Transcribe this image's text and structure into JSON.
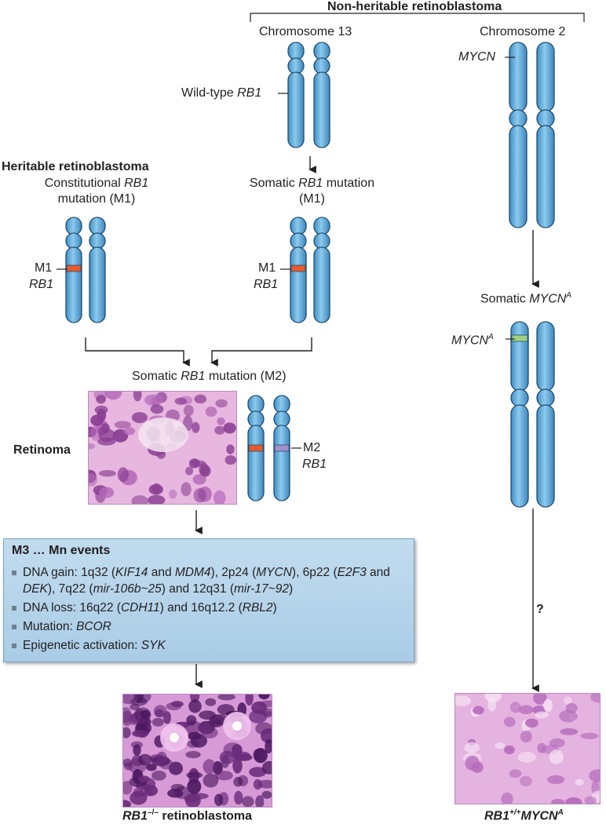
{
  "non_heritable_title": "Non-heritable retinoblastoma",
  "chromosome13_label": "Chromosome 13",
  "chromosome2_label": "Chromosome 2",
  "mycn_label": "MYCN",
  "wildtype_label_prefix": "Wild-type ",
  "wildtype_label_gene": "RB1",
  "heritable_title": "Heritable retinoblastoma",
  "constitutional_line1_prefix": "Constitutional ",
  "constitutional_line1_gene": "RB1",
  "constitutional_line2": "mutation (M1)",
  "somatic_m1_line1_prefix": "Somatic ",
  "somatic_m1_line1_gene": "RB1",
  "somatic_m1_line1_suffix": " mutation",
  "somatic_m1_line2": "(M1)",
  "m1_label": "M1",
  "rb1_label": "RB1",
  "somatic_mycn_prefix": "Somatic ",
  "somatic_mycn_gene": "MYCN",
  "somatic_mycn_sup": "A",
  "mycna_label_gene": "MYCN",
  "mycna_label_sup": "A",
  "somatic_m2_prefix": "Somatic ",
  "somatic_m2_gene": "RB1",
  "somatic_m2_suffix": " mutation (M2)",
  "retinoma_label": "Retinoma",
  "m2_label": "M2",
  "question_mark": "?",
  "events_box": {
    "title": "M3 … Mn events",
    "items": [
      {
        "parts": [
          {
            "t": "DNA gain: 1q32 (",
            "i": false
          },
          {
            "t": "KIF14",
            "i": true
          },
          {
            "t": " and ",
            "i": false
          },
          {
            "t": "MDM4",
            "i": true
          },
          {
            "t": "), 2p24 (",
            "i": false
          },
          {
            "t": "MYCN",
            "i": true
          },
          {
            "t": "), 6p22 (",
            "i": false
          },
          {
            "t": "E2F3",
            "i": true
          },
          {
            "t": " and ",
            "i": false
          },
          {
            "t": "DEK",
            "i": true
          },
          {
            "t": "), 7q22 (",
            "i": false
          },
          {
            "t": "mir-106b~25",
            "i": true
          },
          {
            "t": ") and 12q31 (",
            "i": false
          },
          {
            "t": "mir-17~92",
            "i": true
          },
          {
            "t": ")",
            "i": false
          }
        ]
      },
      {
        "parts": [
          {
            "t": "DNA loss: 16q22 (",
            "i": false
          },
          {
            "t": "CDH11",
            "i": true
          },
          {
            "t": ") and 16q12.2 (",
            "i": false
          },
          {
            "t": "RBL2",
            "i": true
          },
          {
            "t": ")",
            "i": false
          }
        ]
      },
      {
        "parts": [
          {
            "t": "Mutation: ",
            "i": false
          },
          {
            "t": "BCOR",
            "i": true
          }
        ]
      },
      {
        "parts": [
          {
            "t": "Epigenetic activation: ",
            "i": false
          },
          {
            "t": "SYK",
            "i": true
          }
        ]
      }
    ]
  },
  "rb1_null_gene": "RB1",
  "rb1_null_sup": "–/–",
  "rb1_null_suffix": " retinoblastoma",
  "rb1_wt_gene": "RB1",
  "rb1_wt_sup": "+/+",
  "rb1_wt_mycn": "MYCN",
  "rb1_wt_mycn_sup": "A",
  "colors": {
    "chromosome_fill": "#6fb3dc",
    "chromosome_stroke": "#1d4e74",
    "m1_band": "#e85a2c",
    "m2_band": "#a68fc8",
    "mycna_band": "#9fd083",
    "box_fill": "#b5d4ea",
    "tissue_pink": "#e7b7df",
    "tissue_purple": "#6a2b7a"
  }
}
